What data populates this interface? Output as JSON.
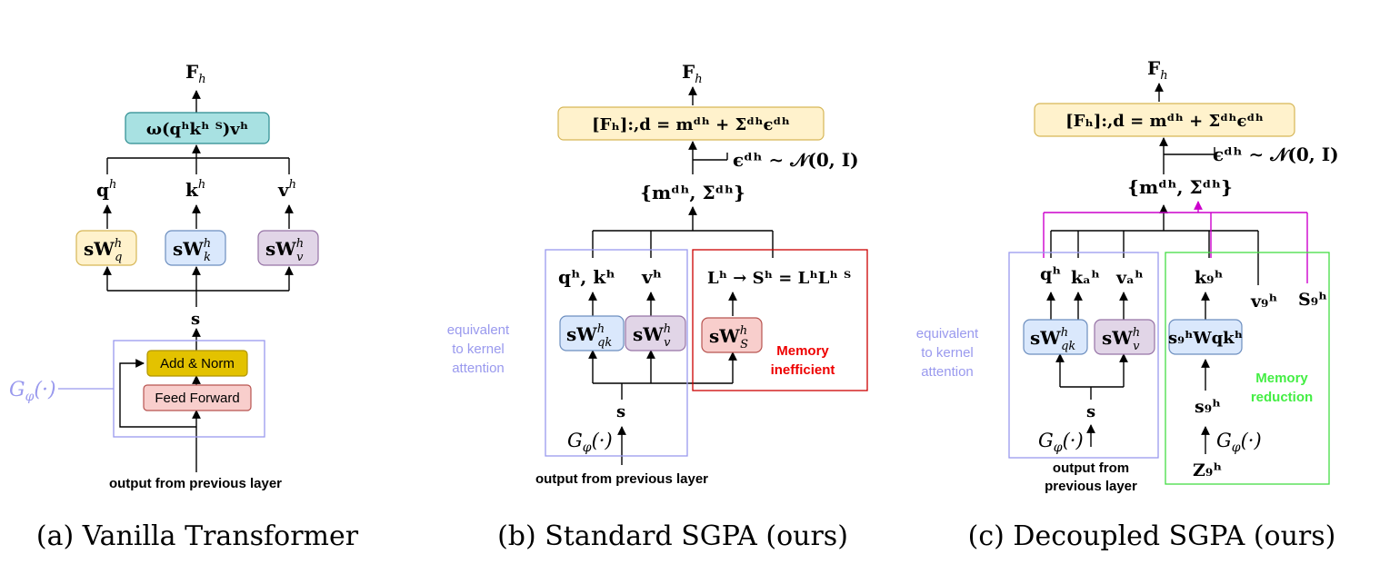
{
  "colors": {
    "box_yellow": "#fff2cc",
    "box_yellow_border": "#d6b656",
    "box_blue": "#dae8fc",
    "box_blue_border": "#6c8ebf",
    "box_purple": "#e1d5e7",
    "box_purple_border": "#9673a6",
    "box_teal": "#a8e1e2",
    "box_teal_border": "#2a8b8f",
    "box_gold": "#e3c200",
    "box_gold_border": "#b09500",
    "box_red": "#f8cecc",
    "box_red_border": "#b85450",
    "frame_lavender": "#9999ee",
    "frame_red": "#cc0000",
    "frame_green": "#44dd44",
    "magenta": "#cc00cc",
    "text_lavender": "#9999ee",
    "text_red": "#ee0000",
    "text_green": "#44ee44"
  },
  "a": {
    "caption": "(a) Vanilla Transformer",
    "out": "F",
    "out_sub": "h",
    "attention_box": "ω(qʰkʰ ᵀ)vʰ",
    "q": "q",
    "k": "k",
    "v": "v",
    "sup_h": "h",
    "proj": "sW",
    "sub_q": "q",
    "sub_k": "k",
    "sub_v": "v",
    "s": "s",
    "add_norm": "Add & Norm",
    "feed_forward": "Feed Forward",
    "g_label": "G",
    "g_sub": "φ",
    "g_arg": "(·)",
    "input_label": "output from previous layer"
  },
  "b": {
    "caption": "(b) Standard SGPA (ours)",
    "out": "F",
    "out_sub": "h",
    "out_box": "[Fₕ]:,d = mᵈʰ + Σᵈʰϵᵈʰ",
    "noise": "ϵᵈʰ ∼ 𝒩(0, I)",
    "moments": "{mᵈʰ, Σᵈʰ}",
    "qk": "qʰ, kʰ",
    "v": "vʰ",
    "ls": "Lʰ → Sʰ = LʰLʰ ᵀ",
    "proj": "sW",
    "sup_h": "h",
    "sub_qk": "qk",
    "sub_v": "v",
    "sub_s": "S",
    "s": "s",
    "g_label": "G",
    "g_sub": "φ",
    "g_arg": "(·)",
    "equiv": [
      "equivalent",
      "to kernel",
      "attention"
    ],
    "memory": [
      "Memory",
      "inefficient"
    ],
    "input_label": "output from previous layer"
  },
  "c": {
    "caption": "(c) Decoupled SGPA (ours)",
    "out": "F",
    "out_sub": "h",
    "out_box": "[Fₕ]:,d = mᵈʰ + Σᵈʰϵᵈʰ",
    "noise": "ϵᵈʰ ∼ 𝒩(0, I)",
    "moments": "{mᵈʰ, Σᵈʰ}",
    "q": "qʰ",
    "ka": "kₐʰ",
    "va": "vₐʰ",
    "kg": "k₉ʰ",
    "vg": "v₉ʰ",
    "sg_top": "S₉ʰ",
    "proj": "sW",
    "sup_h": "h",
    "sub_qk": "qk",
    "sub_v": "v",
    "proj_g": "s₉ʰWqkʰ",
    "s": "s",
    "sg": "s₉ʰ",
    "zg": "Z₉ʰ",
    "g_label": "G",
    "g_sub": "φ",
    "g_arg": "(·)",
    "equiv": [
      "equivalent",
      "to kernel",
      "attention"
    ],
    "memory": [
      "Memory",
      "reduction"
    ],
    "input_label": [
      "output from",
      "previous layer"
    ]
  }
}
